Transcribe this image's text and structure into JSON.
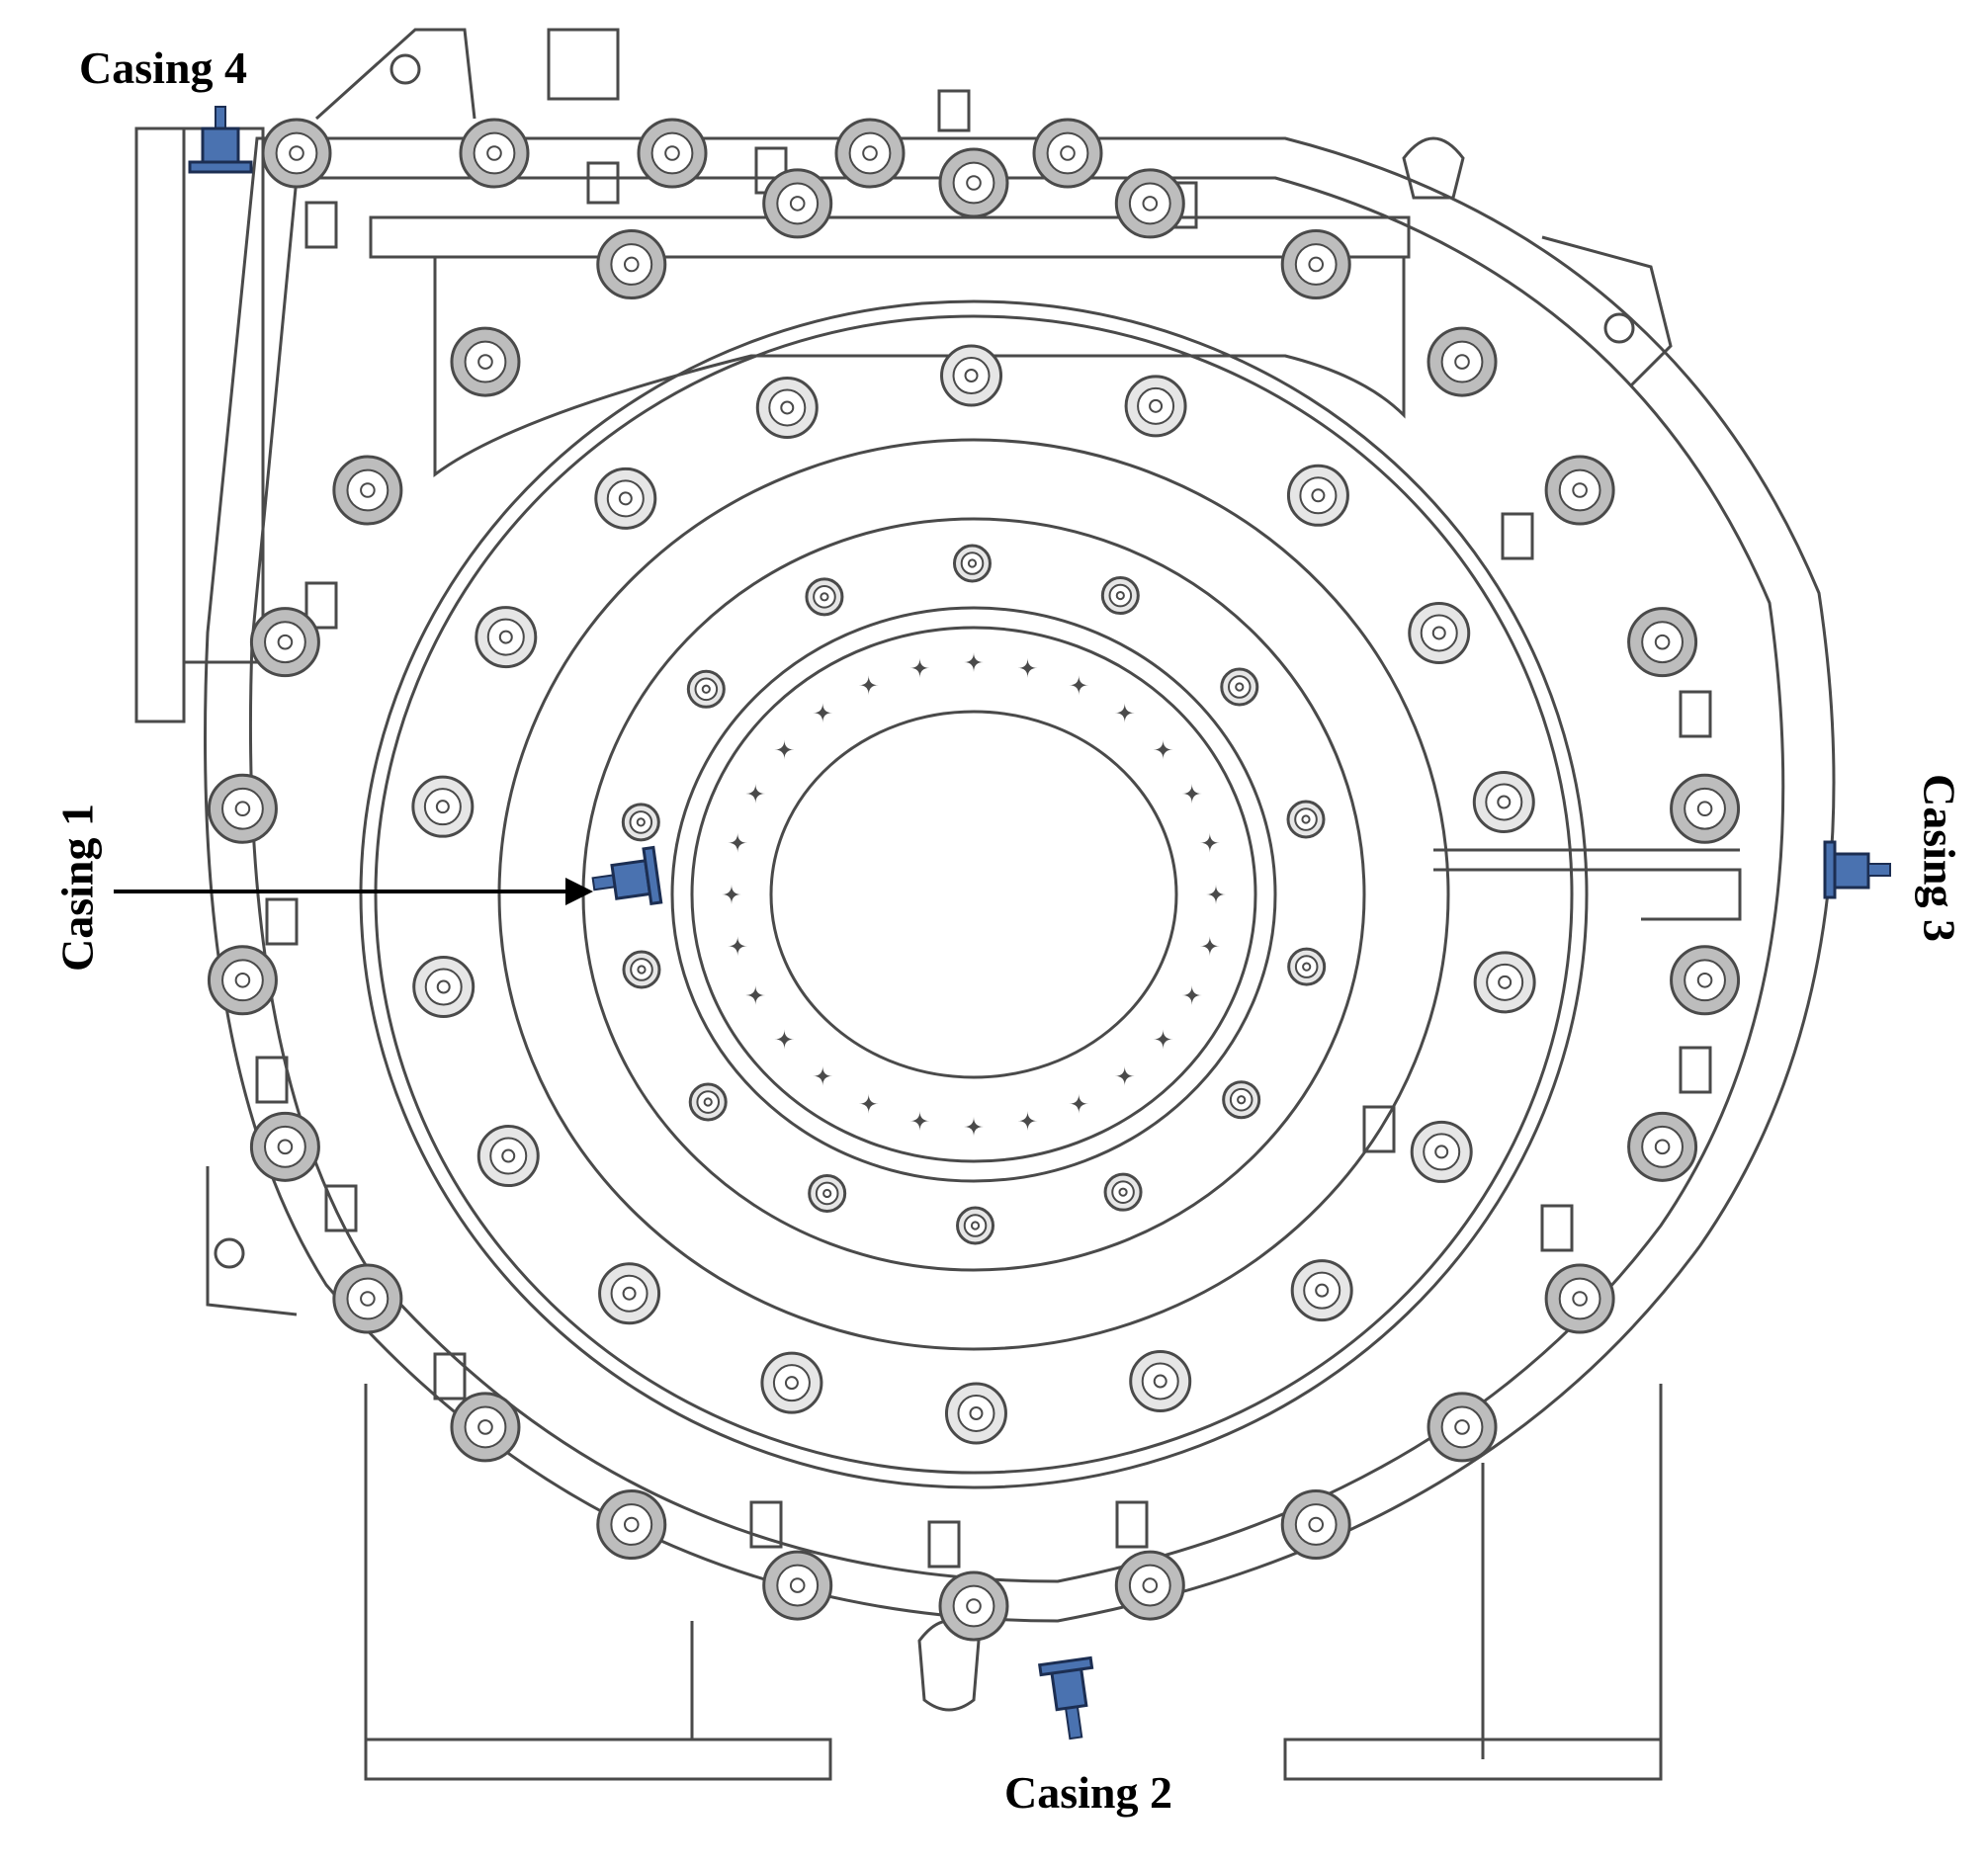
{
  "diagram": {
    "labels": {
      "casing_1": "Casing 1",
      "casing_2": "Casing 2",
      "casing_3": "Casing 3",
      "casing_4": "Casing 4"
    },
    "colors": {
      "line": "#4a4a4a",
      "sensor_fill": "#4a72b0",
      "sensor_stroke": "#1c2e52",
      "arrow": "#000000"
    }
  }
}
